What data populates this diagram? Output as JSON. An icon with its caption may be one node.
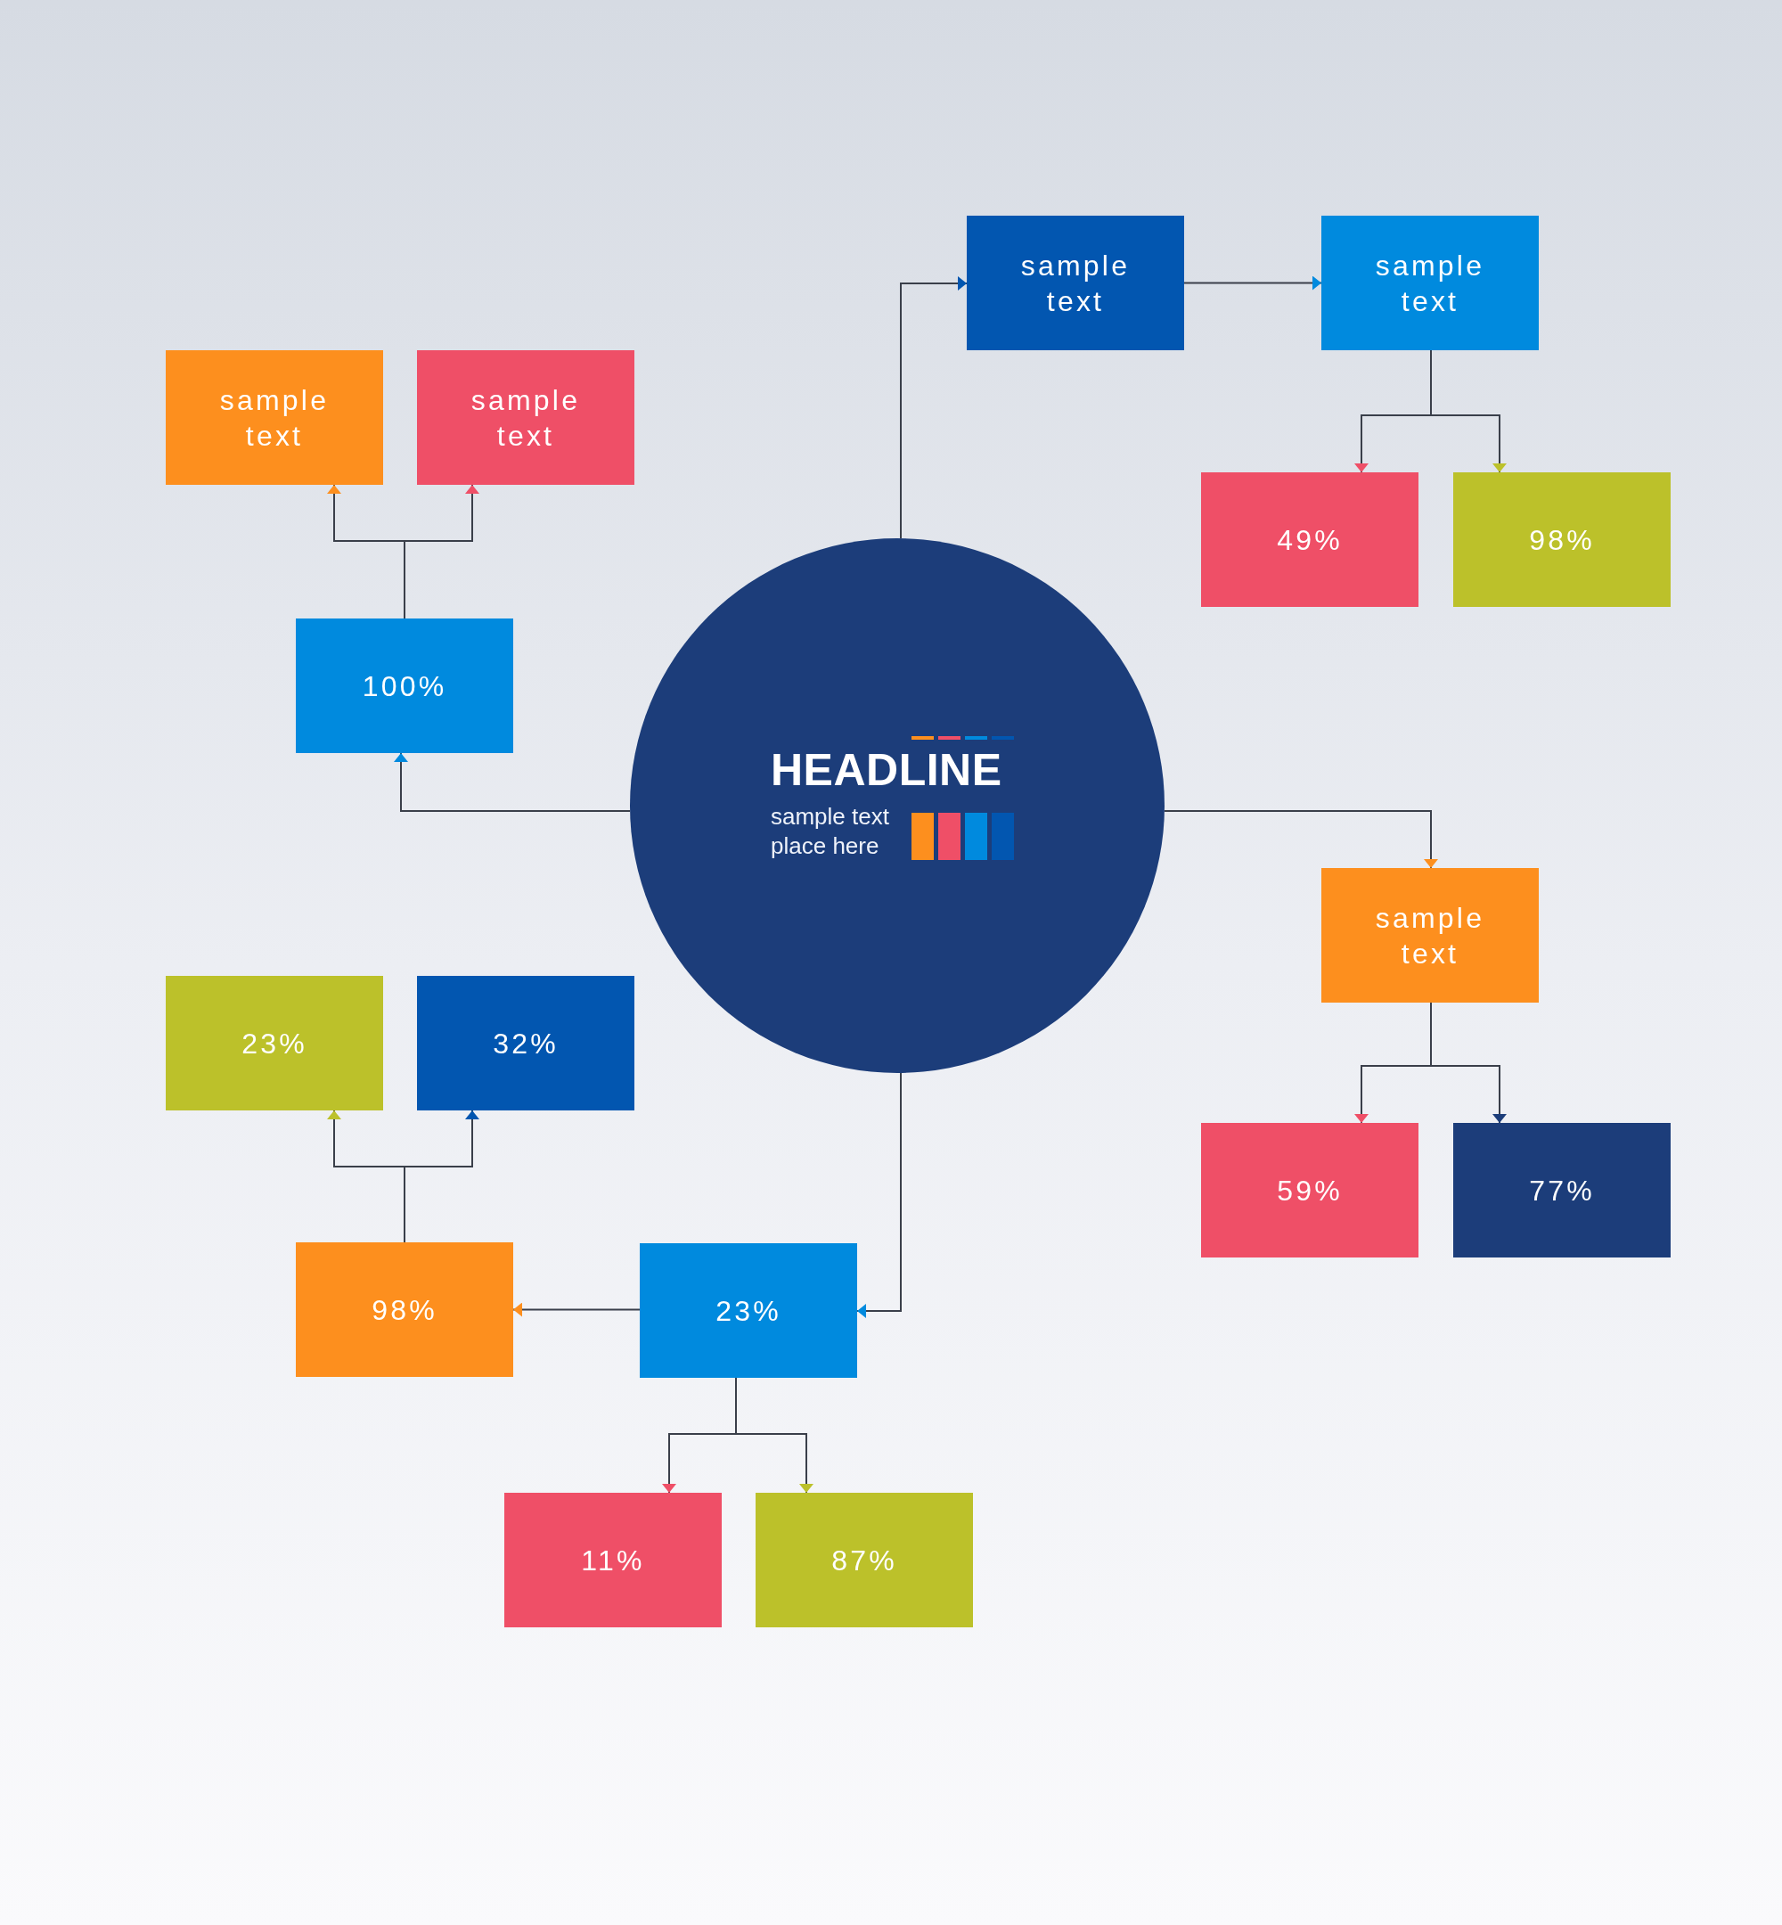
{
  "diagram": {
    "nodes": [
      {
        "text": [
          "HEADLINE",
          "sample text place here"
        ]
      },
      {
        "text": [
          "sample text"
        ]
      },
      {
        "text": [
          "sample text"
        ]
      },
      {
        "text": [
          "49%"
        ]
      },
      {
        "text": [
          "98%"
        ]
      },
      {
        "text": [
          "sample text"
        ]
      },
      {
        "text": [
          "59%"
        ]
      },
      {
        "text": [
          "77%"
        ]
      },
      {
        "text": [
          "100%"
        ]
      },
      {
        "text": [
          "sample text"
        ]
      },
      {
        "text": [
          "sample text"
        ]
      },
      {
        "text": [
          "23%"
        ]
      },
      {
        "text": [
          "98%"
        ]
      },
      {
        "text": [
          "23%"
        ]
      },
      {
        "text": [
          "32%"
        ]
      },
      {
        "text": [
          "11%"
        ]
      },
      {
        "text": [
          "87%"
        ]
      }
    ],
    "edges": [
      {
        "from": 0,
        "to": 1,
        "arrow": "to"
      },
      {
        "from": 1,
        "to": 2,
        "arrow": "to"
      },
      {
        "from": 2,
        "to": 3,
        "arrow": "to"
      },
      {
        "from": 2,
        "to": 4,
        "arrow": "to"
      },
      {
        "from": 0,
        "to": 5,
        "arrow": "to"
      },
      {
        "from": 5,
        "to": 6,
        "arrow": "to"
      },
      {
        "from": 5,
        "to": 7,
        "arrow": "to"
      },
      {
        "from": 0,
        "to": 8,
        "arrow": "to"
      },
      {
        "from": 8,
        "to": 9,
        "arrow": "to"
      },
      {
        "from": 8,
        "to": 10,
        "arrow": "to"
      },
      {
        "from": 0,
        "to": 11,
        "arrow": "to"
      },
      {
        "from": 11,
        "to": 12,
        "arrow": "to"
      },
      {
        "from": 12,
        "to": 13,
        "arrow": "to"
      },
      {
        "from": 12,
        "to": 14,
        "arrow": "to"
      },
      {
        "from": 11,
        "to": 15,
        "arrow": "to"
      },
      {
        "from": 11,
        "to": 16,
        "arrow": "to"
      }
    ]
  }
}
